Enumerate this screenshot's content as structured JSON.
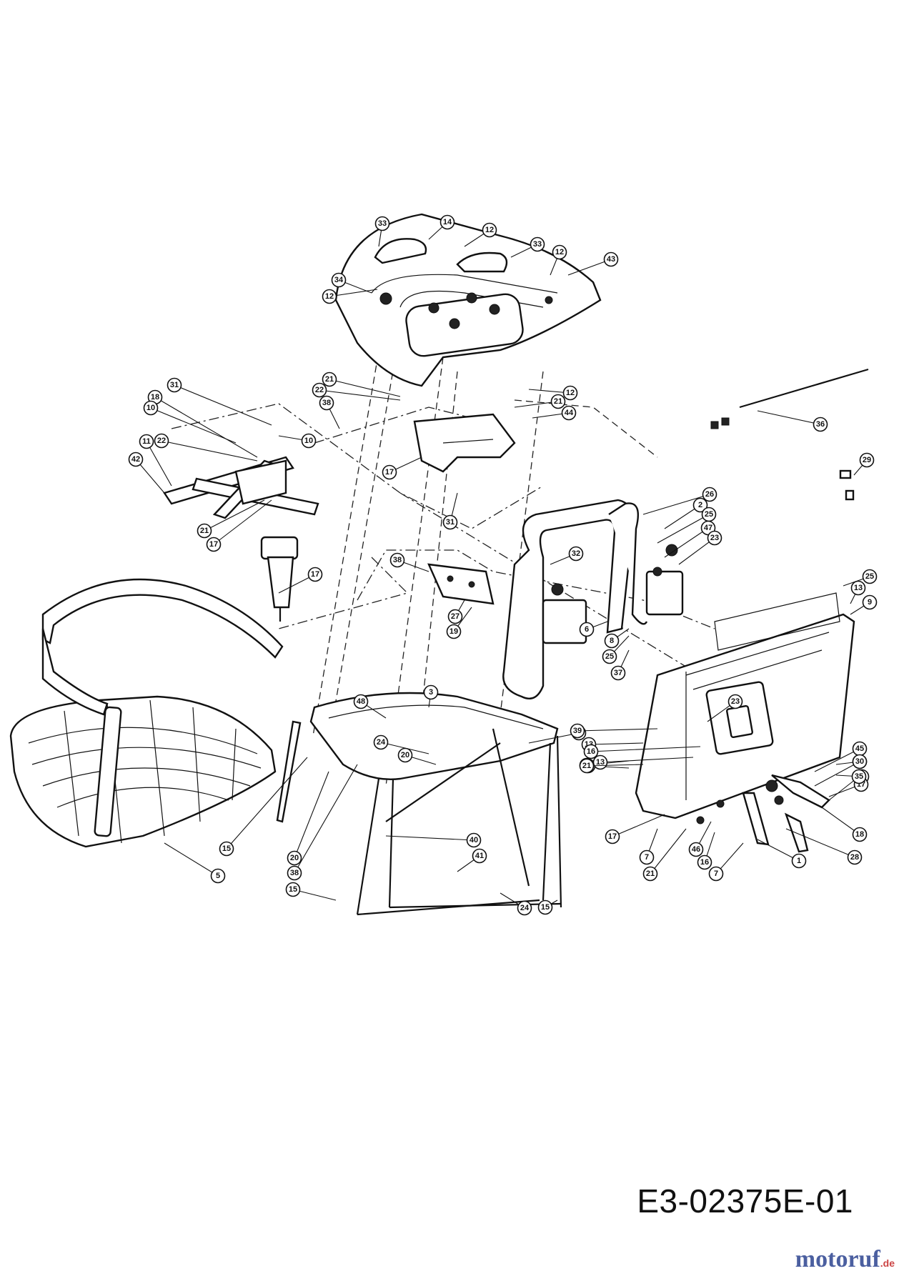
{
  "document": {
    "code": "E3-02375E-01",
    "watermark": {
      "brand": "motoruf",
      "suffix": ".de"
    }
  },
  "callouts": [
    "33",
    "14",
    "12",
    "33",
    "34",
    "12",
    "12",
    "43",
    "21",
    "12",
    "22",
    "38",
    "21",
    "44",
    "31",
    "18",
    "10",
    "10",
    "22",
    "17",
    "11",
    "42",
    "31",
    "21",
    "17",
    "36",
    "29",
    "26",
    "2",
    "25",
    "47",
    "23",
    "32",
    "38",
    "17",
    "27",
    "19",
    "6",
    "8",
    "25",
    "37",
    "25",
    "13",
    "9",
    "48",
    "3",
    "15",
    "21",
    "16",
    "17",
    "24",
    "20",
    "13",
    "39",
    "21",
    "21",
    "23",
    "16",
    "13",
    "21",
    "45",
    "30",
    "35",
    "18",
    "28",
    "1",
    "17",
    "15",
    "20",
    "38",
    "15",
    "40",
    "41",
    "24",
    "15",
    "7",
    "21",
    "46",
    "16",
    "7",
    "5"
  ]
}
